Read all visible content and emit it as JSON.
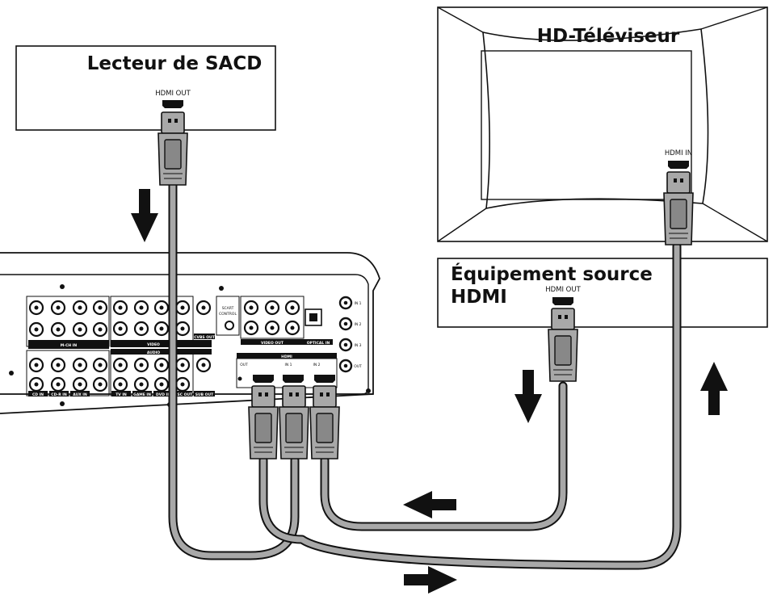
{
  "devices": {
    "sacd_player": {
      "title": "Lecteur de SACD",
      "port": "HDMI OUT"
    },
    "hd_tv": {
      "title": "HD-Téléviseur",
      "port": "HDMI IN"
    },
    "hdmi_source": {
      "title_line1": "Équipement source",
      "title_line2": "HDMI",
      "port": "HDMI OUT"
    }
  },
  "receiver": {
    "hdmi_header": "HDMI",
    "hdmi_ports": [
      "OUT",
      "IN 1",
      "IN 2"
    ],
    "section_labels": [
      "M-CH IN",
      "VIDEO",
      "AUDIO",
      "VIDEO OUT",
      "SCART CONTROL",
      "OPTICAL IN",
      "CVBS OUT",
      "SUB OUT"
    ],
    "bottom_labels": [
      "CD IN",
      "CD-R IN",
      "AUX IN",
      "TV IN",
      "GAME IN",
      "DVD IN",
      "DSC OUT"
    ],
    "side_jacks": [
      "IN 1",
      "IN 2",
      "IN 3",
      "OUT"
    ]
  },
  "colors": {
    "cable": "#a8a8a8",
    "outline": "#111111"
  }
}
